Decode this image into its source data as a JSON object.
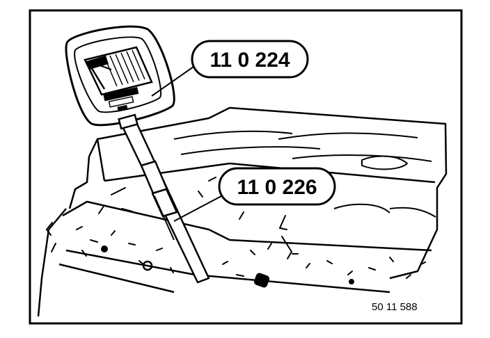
{
  "callouts": {
    "tool_top": "11 0 224",
    "tool_bottom": "11 0 226"
  },
  "figure_ref": "50 11 588",
  "colors": {
    "ink": "#000000",
    "paper": "#ffffff"
  }
}
